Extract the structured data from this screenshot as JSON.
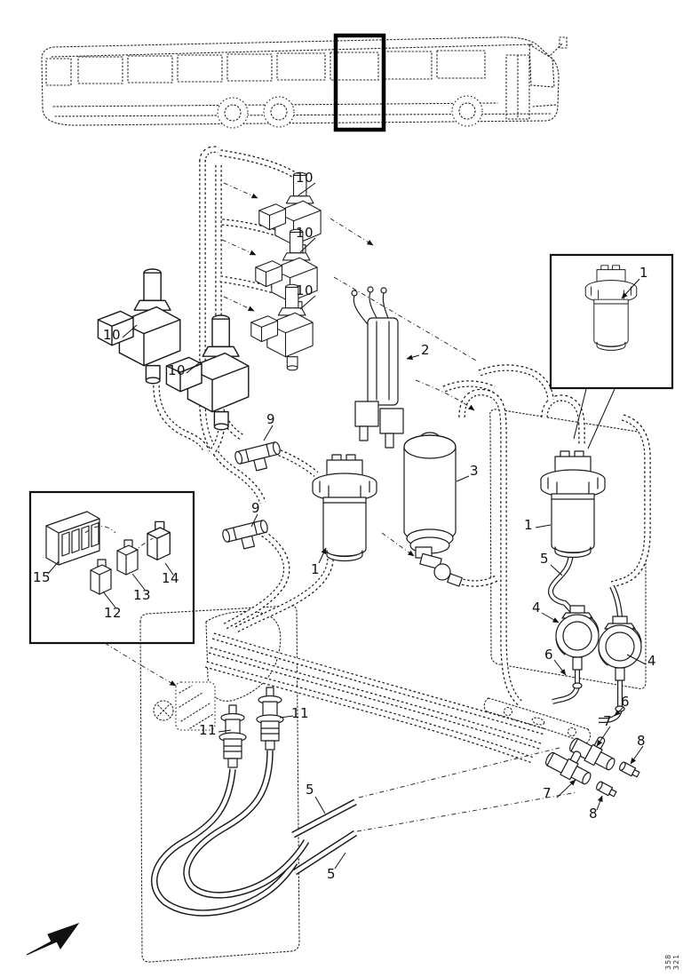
{
  "drawing_number": "358 321",
  "callouts": [
    {
      "text": "10"
    },
    {
      "text": "10"
    },
    {
      "text": "10"
    },
    {
      "text": "10"
    },
    {
      "text": "10"
    },
    {
      "text": "2"
    },
    {
      "text": "1"
    },
    {
      "text": "3"
    },
    {
      "text": "9"
    },
    {
      "text": "9"
    },
    {
      "text": "1"
    },
    {
      "text": "5"
    },
    {
      "text": "1"
    },
    {
      "text": "4"
    },
    {
      "text": "6"
    },
    {
      "text": "4"
    },
    {
      "text": "6"
    },
    {
      "text": "7"
    },
    {
      "text": "8"
    },
    {
      "text": "7"
    },
    {
      "text": "8"
    },
    {
      "text": "11"
    },
    {
      "text": "11"
    },
    {
      "text": "15"
    },
    {
      "text": "12"
    },
    {
      "text": "13"
    },
    {
      "text": "14"
    },
    {
      "text": "5"
    },
    {
      "text": "5"
    }
  ]
}
